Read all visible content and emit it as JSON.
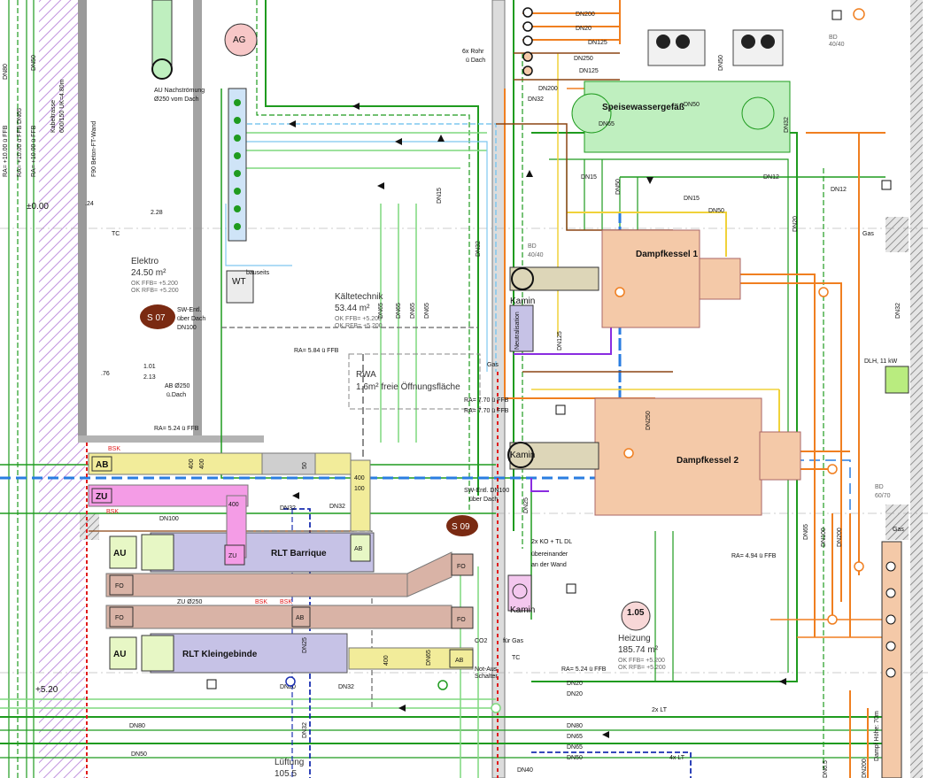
{
  "colors": {
    "green": "#1f9b1f",
    "light_green": "#7fd97f",
    "orange": "#f07f20",
    "blue": "#2a7de1",
    "light_blue": "#7fc7ef",
    "dark_blue": "#1a2fb0",
    "red": "#e11b1b",
    "purple": "#8a2ce0",
    "yellow": "#f0d23a",
    "brown": "#8b4513",
    "tan": "#f4c9a8",
    "wall_hatch": "#b57fd8",
    "duct_lavender": "#c6c2e6",
    "duct_rose": "#d9b3a6",
    "duct_yellow": "#f2ec9a",
    "duct_pink": "#f49ce6",
    "duct_gray": "#cfcfcf",
    "tank_green": "#bfefbf"
  },
  "rooms": {
    "elektro": {
      "name": "Elektro",
      "area": "24.50 m²",
      "ok1": "OK FFB= +5.200",
      "ok2": "OK RFB= +5.200"
    },
    "kaeltetechnik": {
      "name": "Kältetechnik",
      "area": "53.44 m²",
      "ok1": "OK FFB= +5.200",
      "ok2": "OK RFB= +5.200"
    },
    "heizung": {
      "name": "Heizung",
      "area": "185.74 m²",
      "ok1": "OK FFB= +5.200",
      "ok2": "OK RFB= +5.200",
      "tag": "1.05"
    },
    "lueftung": {
      "name": "Lüftung",
      "area": "105.5"
    }
  },
  "equipment": {
    "dampfkessel_1": "Dampfkessel 1",
    "dampfkessel_2": "Dampfkessel 2",
    "speisewasser": "Speisewassergefäß",
    "rlt_barrique": "RLT Barrique",
    "rlt_kleingebinde": "RLT Kleingebinde",
    "nt_manifold": "Neutralisation",
    "kamin": "Kamin",
    "wt": "WT",
    "wt_sub": "bauseits",
    "ag": "AG",
    "fo": "FO",
    "ab": "AB",
    "zu": "ZU",
    "au": "AU"
  },
  "tags": {
    "s07": "S 07",
    "s09": "S 09",
    "rwa_title": "RWA",
    "rwa_sub": "1.6m² freie Öffnungsfläche",
    "gas": "Gas",
    "dlh": "DLH, 11 kW",
    "bsk": "BSK",
    "tc": "TC"
  },
  "texts": {
    "au_nachstroemung": "AU Nachströmung",
    "au_nach_sub": "Ø250 vom Dach",
    "rohr_dach": "6x Rohr",
    "rohr_dach2": "ü Dach",
    "sw_entl_1": "SW-Entl.",
    "sw_entl_2": "über Dach",
    "sw_entl_3": "DN100",
    "sw_entl_dn100": "SW-Entl. DN100",
    "sw_entl_dach": "über Dach",
    "ab_d250": "AB Ø250",
    "ab_d250_sub": "ü.Dach",
    "f90": "F90 Beton-FT-Wand",
    "kabeltrasse": "Kabeltrasse",
    "kabeltrasse_sub": "600/150 UK=4.80m",
    "ra_584": "RA= 5.84 ü FFB",
    "ra_524": "RA= 5.24 ü FFB",
    "ra_524b": "RA= 5.24 ü FFB",
    "ra_494": "RA= 4.94 ü FFB",
    "ra_770a": "RA= 7.70 ü FFB",
    "ra_770b": "RA= 7.70 ü FFB",
    "ra_10a": "RA= +10.00 ü FFB",
    "ra_10b": "RA= +10.00 ü FFB",
    "ra_10c": "RA= +10.00 ü FFB",
    "lvl_000": "±0.00",
    "lvl_520": "+5.20",
    "dim_228": "2.28",
    "dim_24": ".24",
    "dim_76": ".76",
    "dim_101": "1.01",
    "dim_213": "2.13",
    "ko_2x": "2x KO + TL DL",
    "ko_2x_sub": "übereinander",
    "ko_2x_sub2": "an der Wand",
    "lt_2x": "2x LT",
    "lt_4x": "4x LT",
    "co2": "CO2",
    "fuer_gas": "für Gas",
    "not_aus": "Not-Aus",
    "schalter": "Schalter",
    "bd_4040": "BD",
    "bd_size": "40/40",
    "bd_6070": "BD",
    "bd_6070_size": "60/70",
    "zu250": "ZU Ø250",
    "dampf_hoehe": "Dampf Höhe: 70m",
    "dim_400": "400",
    "dim_100": "100",
    "dim_50": "50"
  },
  "pipe_labels": {
    "dn200_a": "DN200",
    "dn200_b": "DN200",
    "dn20_a": "DN20",
    "dn20_b": "DN20",
    "dn20_c": "DN20",
    "dn125_a": "DN125",
    "dn125_b": "DN125",
    "dn250_a": "DN250",
    "dn250_b": "DN250",
    "dn50_a": "DN50",
    "dn50_b": "DN50",
    "dn50_c": "DN50",
    "dn50_d": "DN50",
    "dn65_a": "DN65",
    "dn65_b": "DN65",
    "dn65_c": "DN65",
    "dn65_d": "DN65",
    "dn15_a": "DN15",
    "dn15_b": "DN15",
    "dn12_a": "DN12",
    "dn12_b": "DN12",
    "dn32_a": "DN32",
    "dn32_b": "DN32",
    "dn32_c": "DN32",
    "dn32_d": "DN32",
    "dn80_a": "DN80",
    "dn80_b": "DN80",
    "dn100_a": "DN100",
    "dn25": "DN25",
    "dn40": "DN40",
    "dn100_b": "DN100",
    "dn200_c": "DN200",
    "dn6_5": "DN6.5",
    "dn_plus": "DN 5"
  }
}
